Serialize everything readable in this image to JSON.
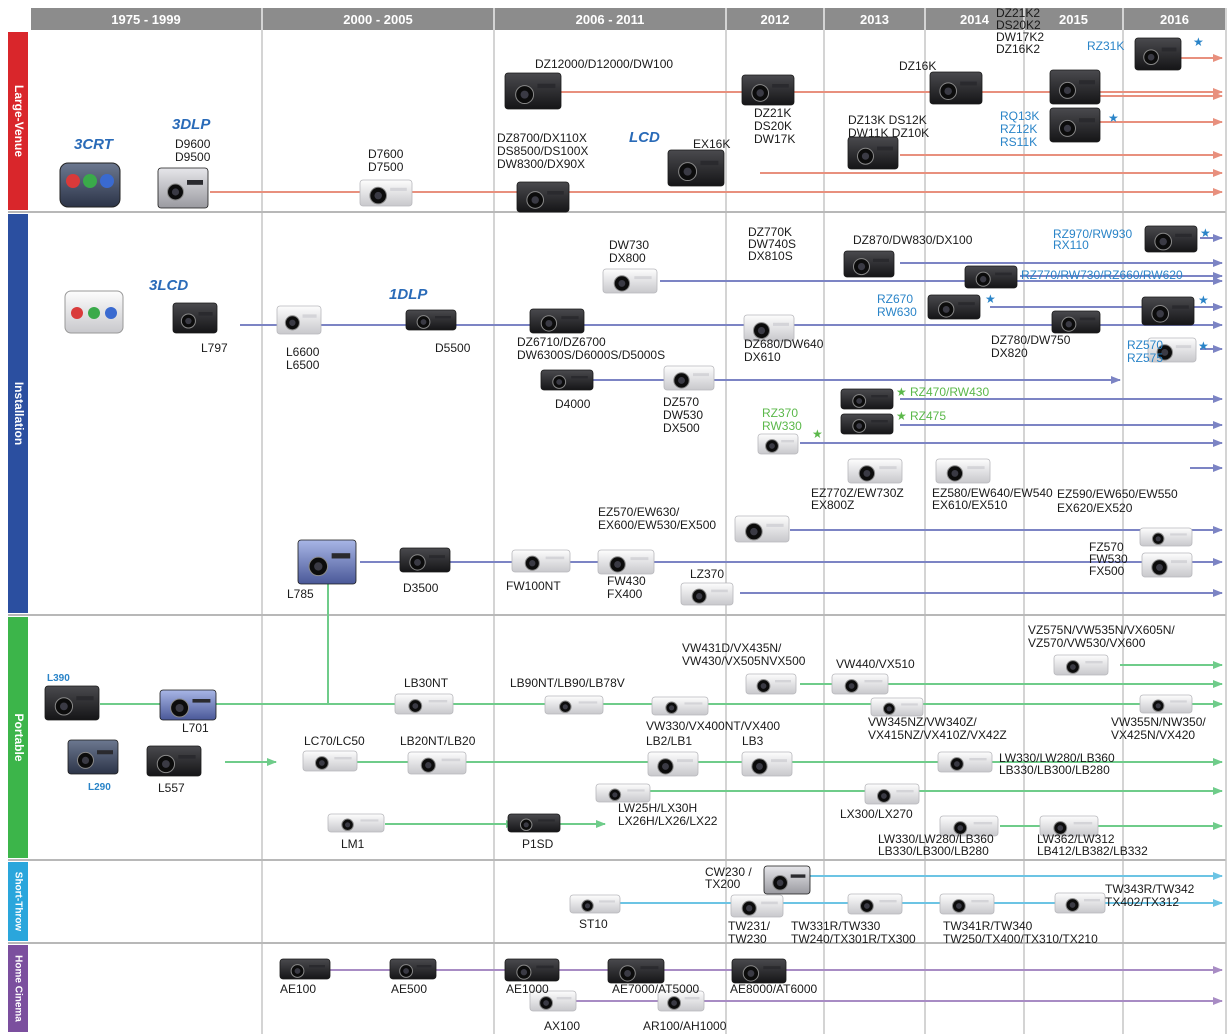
{
  "colors": {
    "header_bg": "#8c8c8c",
    "large_venue": "#d9262b",
    "installation": "#2b4fa0",
    "portable": "#3cb54a",
    "short_throw": "#2aa6dc",
    "home_cinema": "#7b4f9e",
    "line_large": "#e8907e",
    "line_install": "#7c84c4",
    "line_portable": "#6fcc8a",
    "line_short": "#6cc4e4",
    "line_home": "#a88cc4",
    "new_blue": "#2a84c8",
    "new_green": "#5bb84a",
    "tech_blue": "#2a6bb8"
  },
  "headers": [
    "1975 - 1999",
    "2000 - 2005",
    "2006 - 2011",
    "2012",
    "2013",
    "2014",
    "2015",
    "2016"
  ],
  "categories": [
    "Large-Venue",
    "Installation",
    "Portable",
    "Short-Throw",
    "Home Cinema"
  ],
  "tech_labels": [
    "3CRT",
    "3DLP",
    "LCD",
    "3LCD",
    "1DLP"
  ],
  "models": {
    "large_venue": [
      "D9600\nD9500",
      "D7600\nD7500",
      "DZ12000/D12000/DW100",
      "DZ8700/DX110X\nDS8500/DS100X\nDW8300/DX90X",
      "EX16K",
      "DZ21K\nDS20K\nDW17K",
      "DZ16K",
      "DZ21K2\nDS20K2\nDW17K2\nDZ16K2",
      "DZ13K DS12K\nDW11K DZ10K",
      "RZ31K",
      "RQ13K\nRZ12K\nRS11K"
    ],
    "installation": [
      "L797",
      "L6600\nL6500",
      "D5500",
      "DZ6710/DZ6700\nDW6300S/D6000S/D5000S",
      "DW730\nDX800",
      "DZ770K\nDW740S\nDX810S",
      "DZ680/DW640\nDX610",
      "D4000",
      "DZ570\nDW530\nDX500",
      "DZ870/DW830/DX100",
      "RZ970/RW930\nRX110",
      "RZ770/RW730/RZ660/RW620",
      "RZ670\nRW630",
      "DZ780/DW750\nDX820",
      "RZ570\nRZ575",
      "RZ470/RW430",
      "RZ475",
      "RZ370\nRW330",
      "EZ770Z/EW730Z\nEX800Z",
      "EZ580/EW640/EW540\nEX610/EX510",
      "EZ590/EW650/EW550\nEX620/EX520",
      "EZ570/EW630/\nEX600/EW530/EX500",
      "L785",
      "D3500",
      "FW100NT",
      "FW430\nFX400",
      "LZ370",
      "FZ570\nFW530\nFX500"
    ],
    "portable": [
      "L390",
      "L701",
      "L290",
      "L557",
      "LB30NT",
      "LC70/LC50",
      "LB20NT/LB20",
      "LM1",
      "P1SD",
      "LB90NT/LB90/LB78V",
      "VW431D/VX435N/\nVW430/VX505NVX500",
      "VW440/VX510",
      "VW330/VX400NT/VX400",
      "VW345NZ/VW340Z/\nVX415NZ/VX410Z/VX42Z",
      "VZ575N/VW535N/VX605N/\nVZ570/VW530/VX600",
      "VW355N/NW350/\nVX425N/VX420",
      "LB2/LB1",
      "LB3",
      "LW330/LW280/LB360\nLB330/LB300/LB280",
      "LW25H/LX30H\nLX26H/LX26/LX22",
      "LX300/LX270",
      "LW330/LW280/LB360\nLB330/LB300/LB280",
      "LW362/LW312\nLB412/LB382/LB332"
    ],
    "short_throw": [
      "CW230 /\nTX200",
      "ST10",
      "TW231/\nTW230",
      "TW331R/TW330\nTW240/TX301R/TX300",
      "TW341R/TW340\nTW250/TX400/TX310/TX210",
      "TW343R/TW342\nTX402/TX312"
    ],
    "home_cinema": [
      "AE100",
      "AE500",
      "AE1000",
      "AE7000/AT5000",
      "AE8000/AT6000",
      "AX100",
      "AR100/AH1000"
    ]
  }
}
